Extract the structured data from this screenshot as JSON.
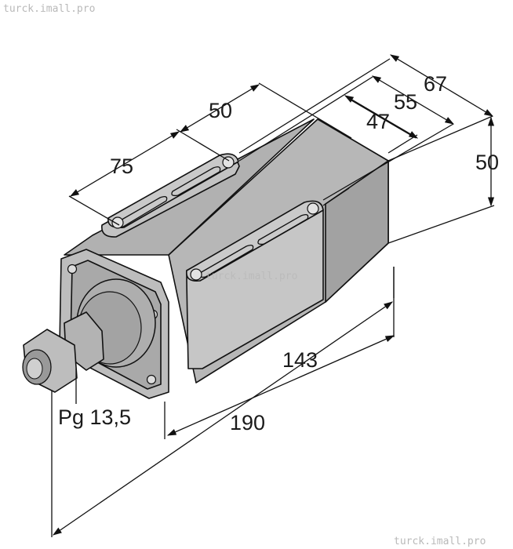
{
  "watermark": {
    "top": "turck.imall.pro",
    "center": "turck.imall.pro",
    "bottom": "turck.imall.pro"
  },
  "dimensions": {
    "d67": "67",
    "d55": "55",
    "d47": "47",
    "d50_top": "50",
    "d75": "75",
    "d50_right": "50",
    "d143": "143",
    "d190": "190"
  },
  "thread_label": "Pg 13,5",
  "colors": {
    "body_front": "#a7a7a7",
    "body_side": "#b5b5b5",
    "body_top": "#b0b0b0",
    "flange": "#b9b9b9",
    "dark": "#8a8a8a"
  }
}
